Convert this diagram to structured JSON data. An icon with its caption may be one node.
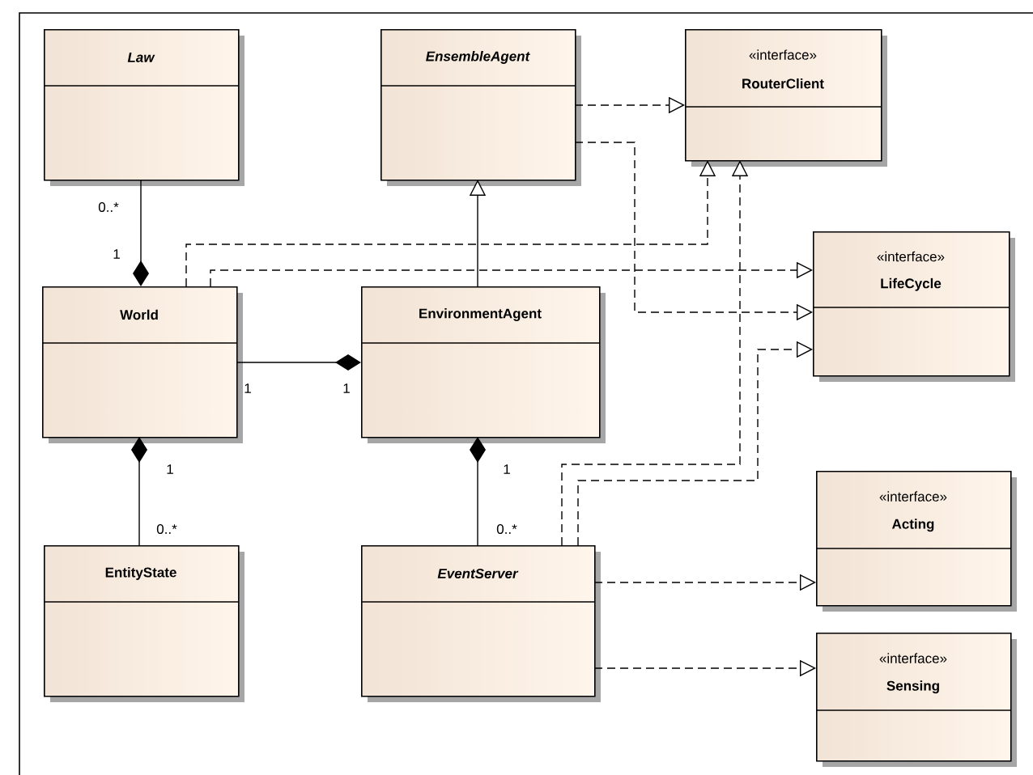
{
  "diagram": {
    "nodes": [
      {
        "text": [
          "Law"
        ]
      },
      {
        "text": [
          "EnsembleAgent"
        ]
      },
      {
        "text": [
          "«interface»",
          "RouterClient"
        ]
      },
      {
        "text": [
          "World"
        ]
      },
      {
        "text": [
          "EnvironmentAgent"
        ]
      },
      {
        "text": [
          "«interface»",
          "LifeCycle"
        ]
      },
      {
        "text": [
          "EntityState"
        ]
      },
      {
        "text": [
          "EventServer"
        ]
      },
      {
        "text": [
          "«interface»",
          "Acting"
        ]
      },
      {
        "text": [
          "«interface»",
          "Sensing"
        ]
      }
    ],
    "edges": [
      {
        "from": 0,
        "to": 3,
        "arrow": "other"
      },
      {
        "from": 4,
        "to": 1,
        "arrow": "to"
      },
      {
        "from": 1,
        "to": 2,
        "arrow": "to",
        "style": "dashed"
      },
      {
        "from": 1,
        "to": 5,
        "arrow": "to",
        "style": "dashed"
      },
      {
        "from": 3,
        "to": 2,
        "arrow": "to",
        "style": "dashed"
      },
      {
        "from": 3,
        "to": 5,
        "arrow": "to",
        "style": "dashed"
      },
      {
        "from": 3,
        "to": 4,
        "arrow": "other"
      },
      {
        "from": 6,
        "to": 3,
        "arrow": "other"
      },
      {
        "from": 7,
        "to": 4,
        "arrow": "other"
      },
      {
        "from": 7,
        "to": 2,
        "arrow": "to",
        "style": "dashed"
      },
      {
        "from": 7,
        "to": 5,
        "arrow": "to",
        "style": "dashed"
      },
      {
        "from": 7,
        "to": 8,
        "arrow": "to",
        "style": "dashed"
      },
      {
        "from": 7,
        "to": 9,
        "arrow": "to",
        "style": "dashed"
      }
    ],
    "labels": [
      "0..*",
      "1",
      "1",
      "1",
      "1",
      "1",
      "0..*",
      "0..*"
    ]
  }
}
